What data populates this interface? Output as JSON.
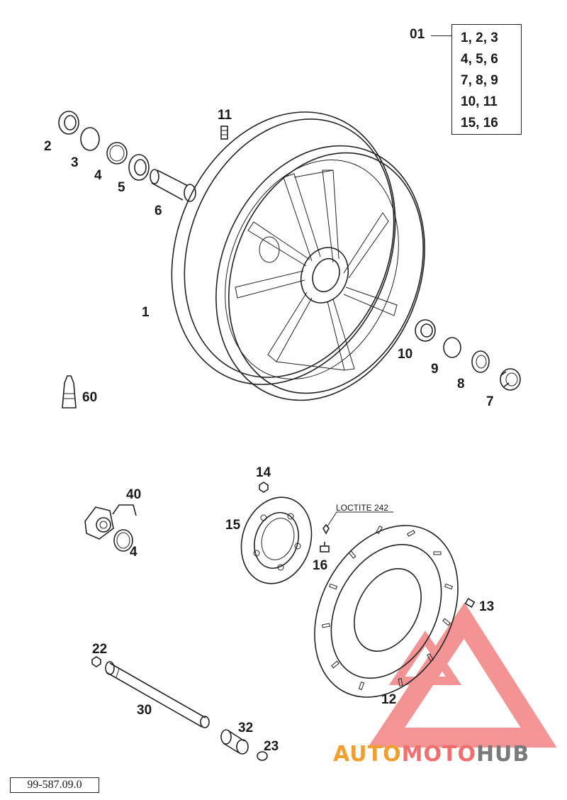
{
  "group": {
    "label": "01",
    "members": [
      "1, 2, 3",
      "4, 5, 6",
      "7, 8, 9",
      "10, 11",
      "15, 16"
    ]
  },
  "callouts": {
    "n1": "1",
    "n2": "2",
    "n3": "3",
    "n4": "4",
    "n4b": "4",
    "n5": "5",
    "n6": "6",
    "n7": "7",
    "n8": "8",
    "n9": "9",
    "n10": "10",
    "n11": "11",
    "n12": "12",
    "n13": "13",
    "n14": "14",
    "n15": "15",
    "n16": "16",
    "n22": "22",
    "n23": "23",
    "n30": "30",
    "n32": "32",
    "n40": "40",
    "n60": "60"
  },
  "annotation": {
    "loctite": "LOCTITE 242"
  },
  "drawing_number": "99-587.09.0",
  "watermark": {
    "part1": "AUTO",
    "part2": "MOTO",
    "part3": "HUB"
  },
  "colors": {
    "line": "#222222",
    "watermark_red": "#f07070",
    "watermark_orange": "#f0a030",
    "watermark_gray": "#7a7a7a"
  }
}
